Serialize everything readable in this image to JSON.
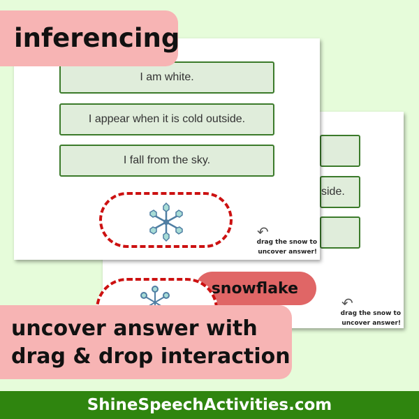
{
  "back_card": {
    "clue_fragment": "side.",
    "answer": "snowflake",
    "hint": [
      "drag the snow to",
      "uncover answer!"
    ]
  },
  "front_card": {
    "clues": [
      "I am white.",
      "I appear when it is cold outside.",
      "I fall from the sky."
    ],
    "hint": [
      "drag the snow to",
      "uncover answer!"
    ],
    "icon": "snowflake-icon"
  },
  "title_label": "inferencing",
  "subtitle_label": [
    "uncover answer with",
    "drag & drop interaction"
  ],
  "footer": "ShineSpeechActivities.com",
  "colors": {
    "background": "#e6fcda",
    "label": "#f7b4b4",
    "answer": "#e06666",
    "footer": "#2f850f",
    "box_border": "#3b7a2a",
    "dash": "#cc1111"
  }
}
